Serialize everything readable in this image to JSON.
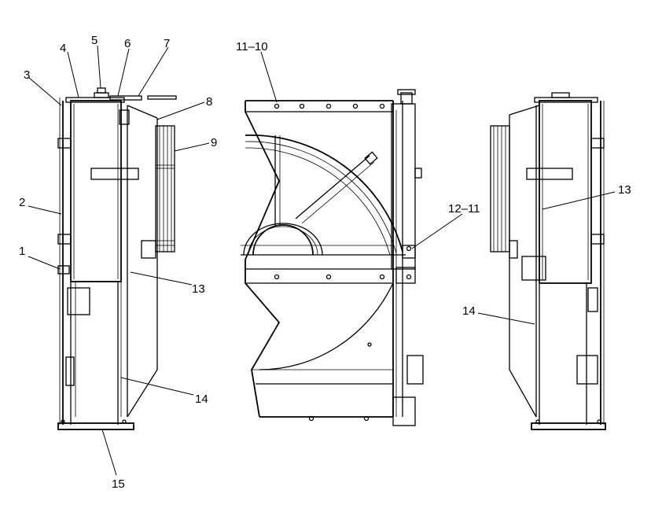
{
  "callouts": [
    {
      "id": "c1",
      "text": "1"
    },
    {
      "id": "c2",
      "text": "2"
    },
    {
      "id": "c3",
      "text": "3"
    },
    {
      "id": "c4",
      "text": "4"
    },
    {
      "id": "c5",
      "text": "5"
    },
    {
      "id": "c6",
      "text": "6"
    },
    {
      "id": "c7",
      "text": "7"
    },
    {
      "id": "c8",
      "text": "8"
    },
    {
      "id": "c9",
      "text": "9"
    },
    {
      "id": "c13a",
      "text": "13"
    },
    {
      "id": "c14a",
      "text": "14"
    },
    {
      "id": "c15",
      "text": "15"
    },
    {
      "id": "c1110",
      "text": "11–10"
    },
    {
      "id": "c1211",
      "text": "12–11"
    },
    {
      "id": "c13b",
      "text": "13"
    },
    {
      "id": "c14b",
      "text": "14"
    }
  ]
}
